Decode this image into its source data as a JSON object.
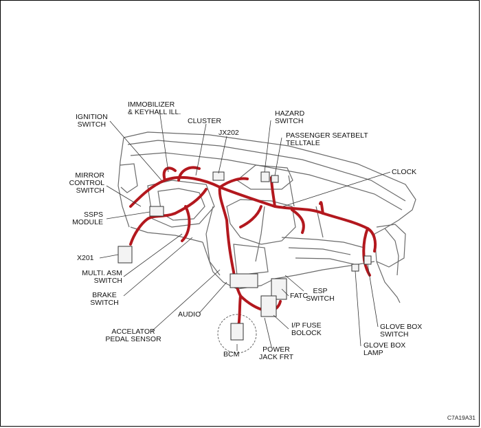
{
  "diagram": {
    "figure_code": "C7A19A31",
    "harness_color": "#b3181e",
    "labels": {
      "ignition_switch": [
        "IGNITION",
        "SWITCH"
      ],
      "immobilizer": [
        "IMMOBILIZER",
        "& KEYHALL ILL."
      ],
      "cluster": [
        "CLUSTER"
      ],
      "jx202": [
        "JX202"
      ],
      "hazard_switch": [
        "HAZARD",
        "SWITCH"
      ],
      "passenger_seatbelt": [
        "PASSENGER SEATBELT",
        "TELLTALE"
      ],
      "clock": [
        "CLOCK"
      ],
      "mirror_control": [
        "MIRROR",
        "CONTROL",
        "SWITCH"
      ],
      "ssps_module": [
        "SSPS",
        "MODULE"
      ],
      "x201": [
        "X201"
      ],
      "multi_asm": [
        "MULTI. ASM",
        "SWITCH"
      ],
      "brake_switch": [
        "BRAKE",
        "SWITCH"
      ],
      "accelator": [
        "ACCELATOR",
        "PEDAL SENSOR"
      ],
      "audio": [
        "AUDIO"
      ],
      "bcm": [
        "BCM"
      ],
      "power_jack": [
        "POWER",
        "JACK FRT"
      ],
      "ip_fuse": [
        "I/P FUSE",
        "BOLOCK"
      ],
      "fatc": [
        "FATC"
      ],
      "esp_switch": [
        "ESP",
        "SWITCH"
      ],
      "glove_box_switch": [
        "GLOVE BOX",
        "SWITCH"
      ],
      "glove_box_lamp": [
        "GLOVE BOX",
        "LAMP"
      ]
    }
  }
}
